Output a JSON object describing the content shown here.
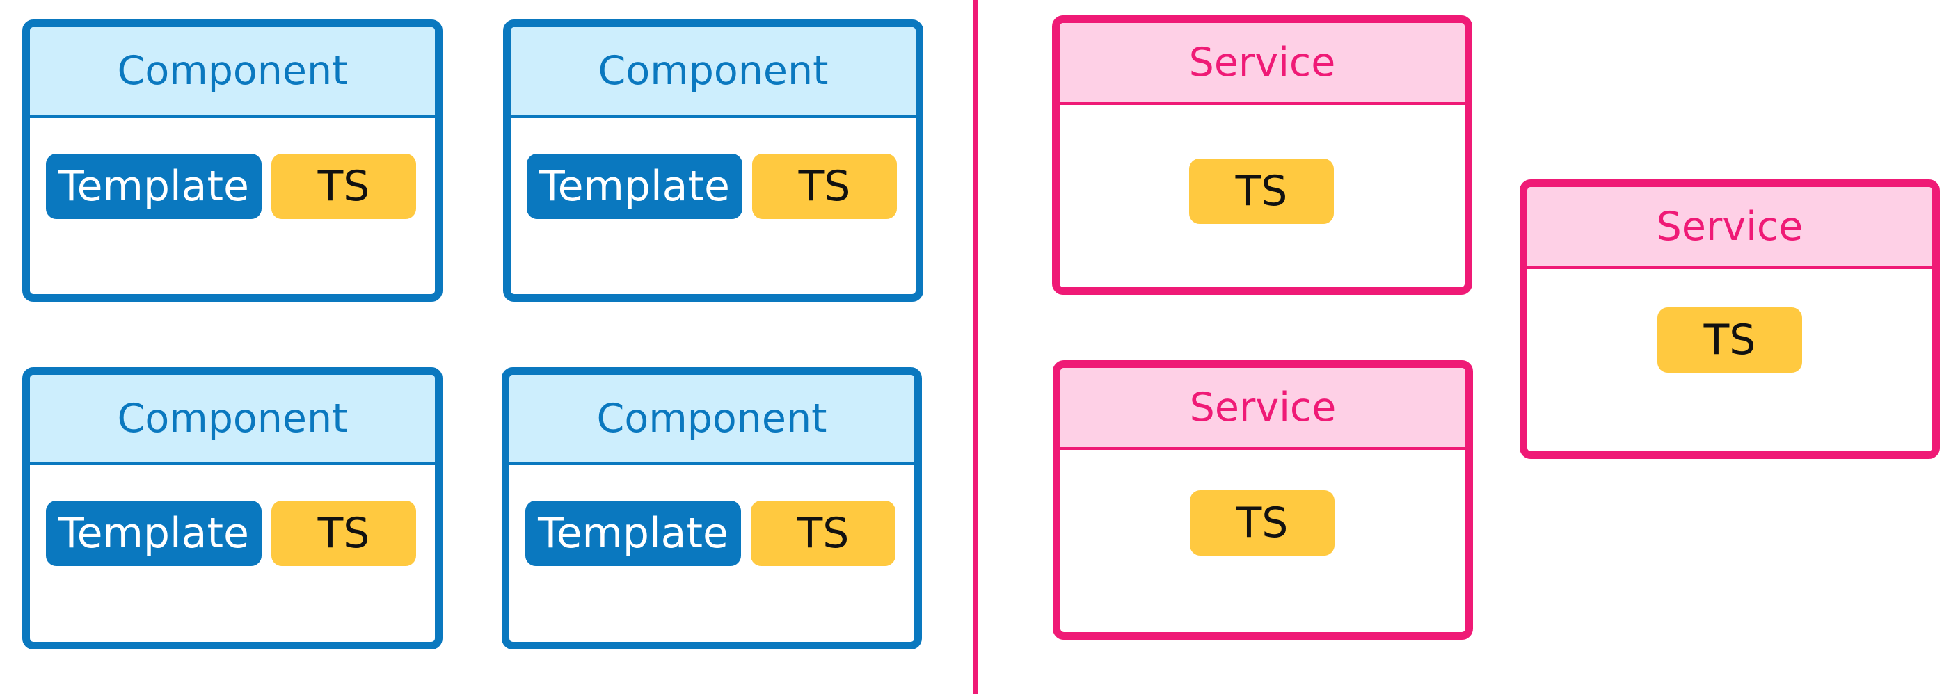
{
  "components": [
    {
      "title": "Component",
      "template_label": "Template",
      "ts_label": "TS"
    },
    {
      "title": "Component",
      "template_label": "Template",
      "ts_label": "TS"
    },
    {
      "title": "Component",
      "template_label": "Template",
      "ts_label": "TS"
    },
    {
      "title": "Component",
      "template_label": "Template",
      "ts_label": "TS"
    }
  ],
  "services": [
    {
      "title": "Service",
      "ts_label": "TS"
    },
    {
      "title": "Service",
      "ts_label": "TS"
    },
    {
      "title": "Service",
      "ts_label": "TS"
    }
  ],
  "colors": {
    "component_border": "#0a78bf",
    "component_header": "#cdeefd",
    "template_chip": "#0a78bf",
    "ts_chip": "#ffc940",
    "service_border": "#ef1a76",
    "service_header": "#fed0e6",
    "divider": "#ef1a76"
  }
}
